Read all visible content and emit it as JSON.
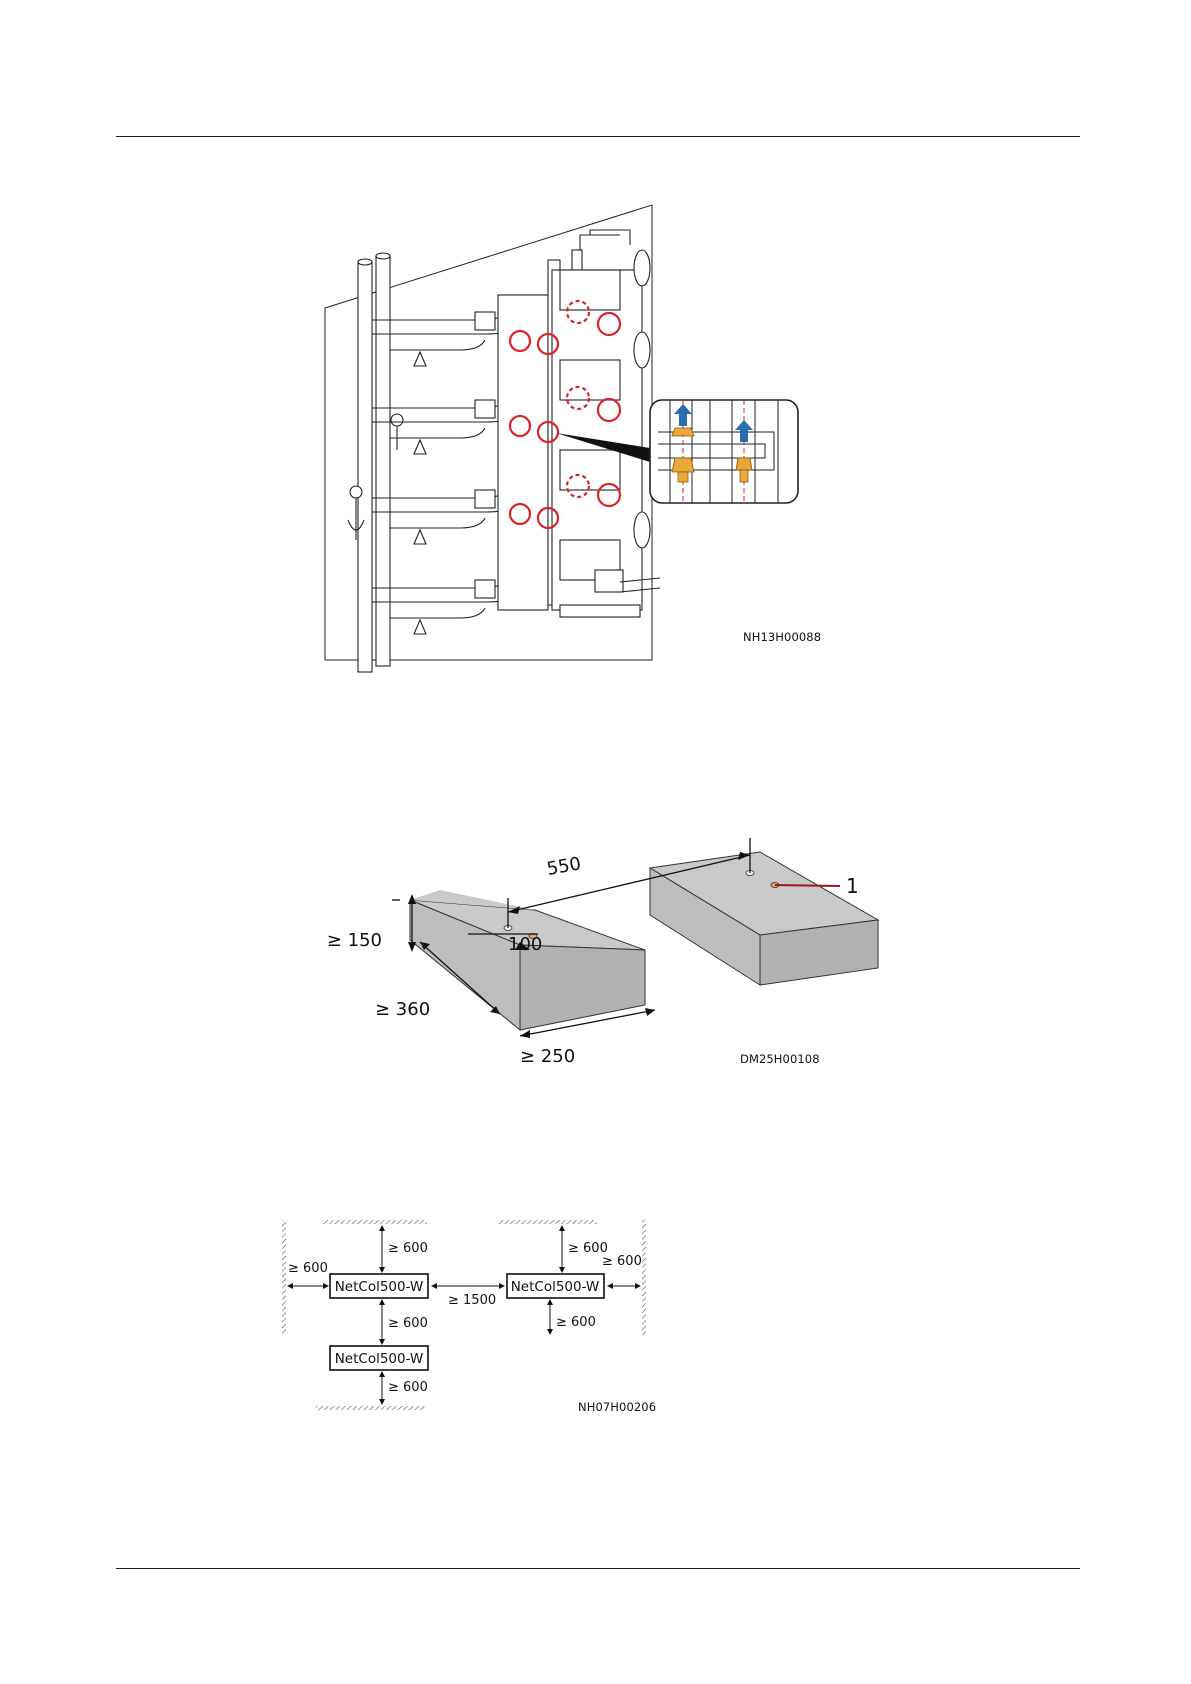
{
  "figures": {
    "pipe_rack": {
      "code": "NH13H00088"
    },
    "foundation": {
      "code": "DM25H00108",
      "dimensions": {
        "height": "≥ 150",
        "length": "≥ 360",
        "width": "≥ 250",
        "hole_offset": "100",
        "spacing": "550"
      },
      "callout": "1"
    },
    "clearance": {
      "code": "NH07H00206",
      "unit_label": "NetCol500-W",
      "labels": {
        "top_left": "≥ 600",
        "top_right": "≥ 600",
        "left": "≥ 600",
        "right": "≥ 600",
        "between": "≥ 1500",
        "middle_left": "≥ 600",
        "below_right": "≥ 600",
        "bottom_left": "≥ 600"
      }
    }
  },
  "colors": {
    "highlight": "#d9232d",
    "arrow": "#2a6db0",
    "nut": "#e8a93a",
    "block": "#c9c9c9"
  }
}
